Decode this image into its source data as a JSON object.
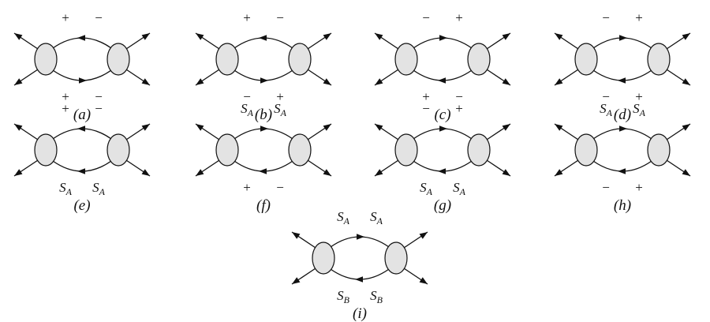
{
  "diagrams": [
    {
      "caption": "(a)",
      "top": {
        "left": "+",
        "right": "−"
      },
      "bottom": {
        "left": "+",
        "right": "−"
      },
      "top_arrow": "toward-left",
      "bottom_arrow": "toward-right"
    },
    {
      "caption": "(b)",
      "top": {
        "left": "+",
        "right": "−"
      },
      "bottom": {
        "left": "−",
        "right": "+"
      },
      "top_arrow": "toward-left",
      "bottom_arrow": "toward-right"
    },
    {
      "caption": "(c)",
      "top": {
        "left": "−",
        "right": "+"
      },
      "bottom": {
        "left": "+",
        "right": "−"
      },
      "top_arrow": "toward-right",
      "bottom_arrow": "toward-left"
    },
    {
      "caption": "(d)",
      "top": {
        "left": "−",
        "right": "+"
      },
      "bottom": {
        "left": "−",
        "right": "+"
      },
      "top_arrow": "toward-right",
      "bottom_arrow": "toward-left"
    },
    {
      "caption": "(e)",
      "top": {
        "left": "+",
        "right": "−"
      },
      "bottom": {
        "left": "S_A",
        "right": "S_A"
      },
      "top_arrow": "toward-left",
      "bottom_arrow": "toward-left"
    },
    {
      "caption": "(f)",
      "top": {
        "left": "S_A",
        "right": "S_A"
      },
      "bottom": {
        "left": "+",
        "right": "−"
      },
      "top_arrow": "toward-right",
      "bottom_arrow": "toward-left"
    },
    {
      "caption": "(g)",
      "top": {
        "left": "−",
        "right": "+"
      },
      "bottom": {
        "left": "S_A",
        "right": "S_A"
      },
      "top_arrow": "toward-right",
      "bottom_arrow": "toward-left"
    },
    {
      "caption": "(h)",
      "top": {
        "left": "S_A",
        "right": "S_A"
      },
      "bottom": {
        "left": "−",
        "right": "+"
      },
      "top_arrow": "toward-right",
      "bottom_arrow": "toward-left"
    },
    {
      "caption": "(i)",
      "top": {
        "left": "S_A",
        "right": "S_A"
      },
      "bottom": {
        "left": "S_B",
        "right": "S_B"
      },
      "top_arrow": "toward-right",
      "bottom_arrow": "toward-left"
    }
  ]
}
